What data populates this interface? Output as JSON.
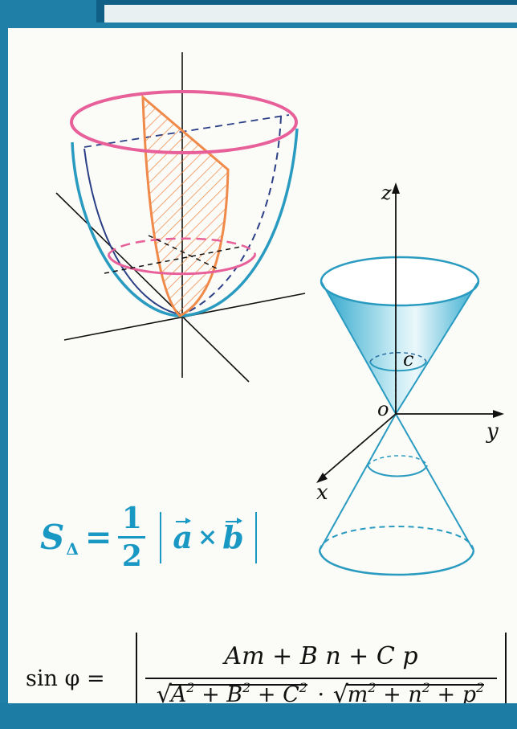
{
  "area_formula": {
    "lhs": "S",
    "subscript": "Δ",
    "equals": "=",
    "frac_num": "1",
    "frac_den": "2",
    "vec_a": "a",
    "times": "×",
    "vec_b": "b"
  },
  "sine_formula": {
    "label": "sin φ =",
    "numerator": "Am + B n + C  p",
    "den_A": "A",
    "den_B": "+ B",
    "den_C": "+ C",
    "den_dot": "·",
    "den_m": "m",
    "den_n": "+ n",
    "den_p": "+ p",
    "exp": "2"
  },
  "axis_labels": {
    "z": "z",
    "c": "c",
    "o": "o",
    "y": "y",
    "x": "x"
  },
  "colors": {
    "paraboloid": "#2a9bc0",
    "ellipse_pink": "#e8609a",
    "hatch_orange": "#f08a4a",
    "cone": "#3aaecf",
    "formula_blue": "#1a98c4",
    "background_frame": "#1f7fa6"
  }
}
